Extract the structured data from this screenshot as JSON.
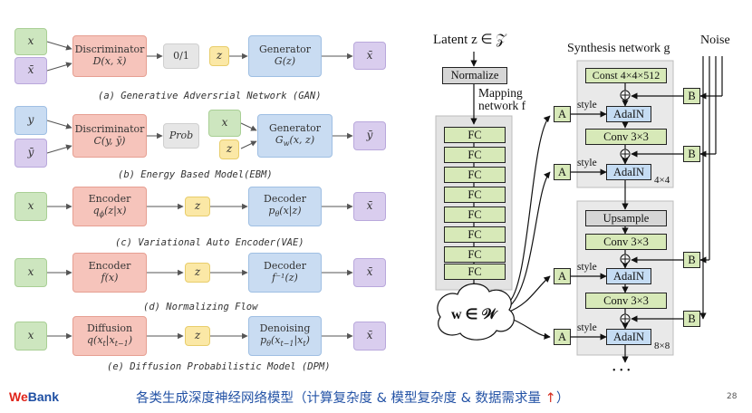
{
  "gan": {
    "x": "x",
    "xbar": "x̄",
    "disc_title": "Discriminator",
    "disc_formula": "D(x, x̄)",
    "output": "0/1",
    "z": "z",
    "gen_title": "Generator",
    "gen_formula": "G(z)",
    "out": "x̄",
    "caption": "(a) Generative Adversrial Network (GAN)"
  },
  "ebm": {
    "y": "y",
    "ybar": "ȳ",
    "disc_title": "Discriminator",
    "disc_formula": "C(y, ȳ)",
    "prob": "Prob",
    "x": "x",
    "z": "z",
    "gen_title": "Generator",
    "gen_formula": "G_w(x, z)",
    "out": "ȳ",
    "caption": "(b) Energy Based Model(EBM)"
  },
  "vae": {
    "x": "x",
    "enc_title": "Encoder",
    "enc_formula": "q_ϕ(z|x)",
    "z": "z",
    "dec_title": "Decoder",
    "dec_formula": "p_θ(x|z)",
    "out": "x̄",
    "caption": "(c) Variational Auto Encoder(VAE)"
  },
  "flow": {
    "x": "x",
    "enc_title": "Encoder",
    "enc_formula": "f(x)",
    "z": "z",
    "dec_title": "Decoder",
    "dec_formula": "f⁻¹(z)",
    "out": "x̄",
    "caption": "(d) Normalizing Flow"
  },
  "dpm": {
    "x": "x",
    "enc_title": "Diffusion",
    "enc_formula": "q(x_t|x_{t-1})",
    "z": "z",
    "dec_title": "Denoising",
    "dec_formula": "p_θ(x_{t-1}|x_t)",
    "out": "x̄",
    "caption": "(e) Diffusion Probabilistic Model (DPM)"
  },
  "stylegan": {
    "latent": "Latent  z ∈ 𝒵",
    "synthesis": "Synthesis network g",
    "noise": "Noise",
    "normalize": "Normalize",
    "mapping": "Mapping\nnetwork f",
    "fc": [
      "FC",
      "FC",
      "FC",
      "FC",
      "FC",
      "FC",
      "FC",
      "FC"
    ],
    "w": "w ∈ 𝒲",
    "const": "Const 4×4×512",
    "adain": "AdaIN",
    "conv": "Conv 3×3",
    "upsample": "Upsample",
    "style": "style",
    "a": "A",
    "b": "B",
    "res1": "4×4",
    "res2": "8×8",
    "dots": "• • •"
  },
  "footer": {
    "logo_we": "We",
    "logo_bank": "Bank",
    "title": "各类生成深度神经网络模型（计算复杂度 & 模型复杂度 & 数据需求量",
    "arrow": "↑",
    "title_end": "）",
    "page": "28"
  },
  "colors": {
    "input": "#cde6bf",
    "latent": "#fbe8a6",
    "model_in": "#f6c4bb",
    "model_out": "#c9dcf2",
    "output": "#d9cdee"
  }
}
